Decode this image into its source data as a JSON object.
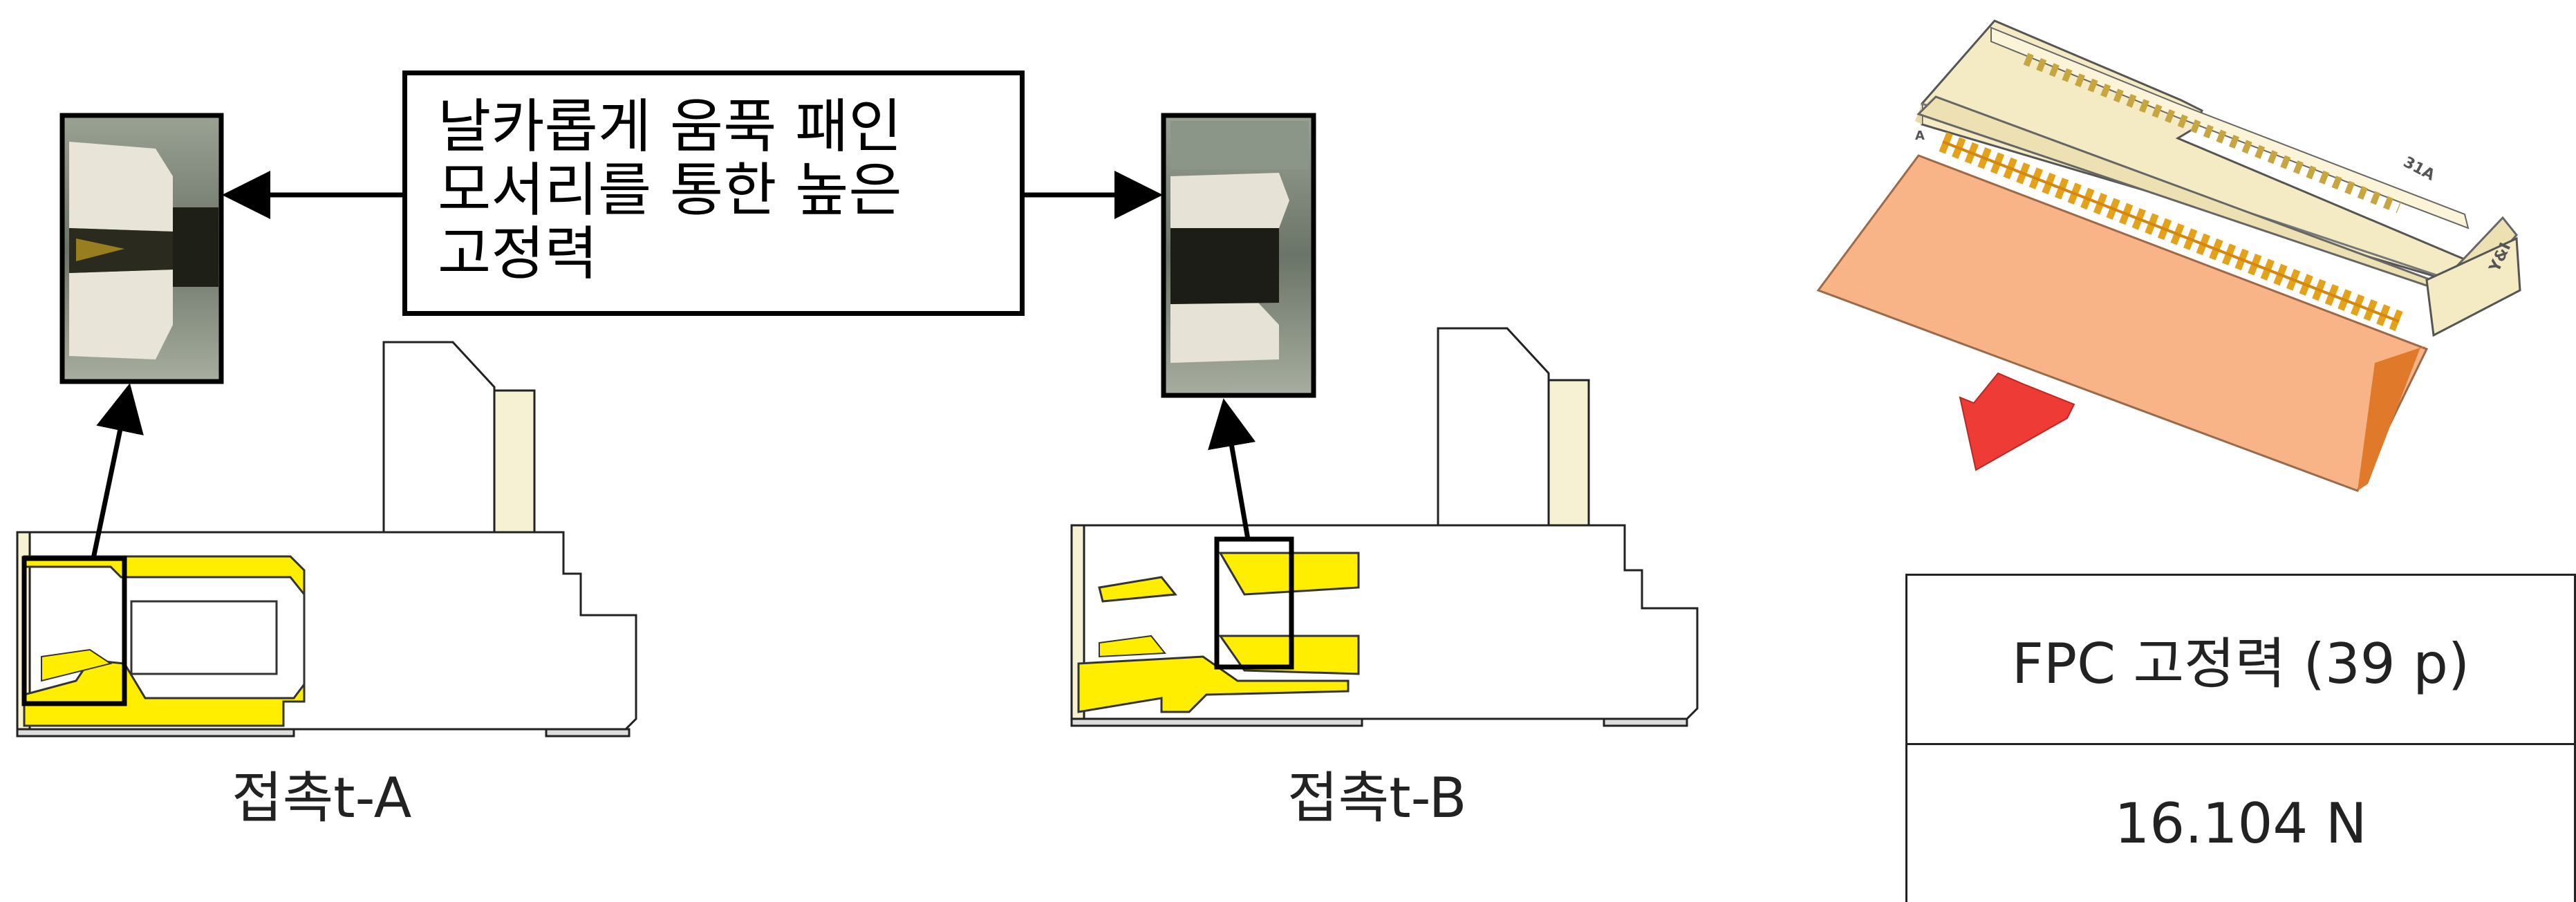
{
  "callout": {
    "lines": [
      "날카롭게 움푹 패인",
      "모서리를 통한 높은",
      "고정력"
    ]
  },
  "captions": {
    "left": "접촉t-A",
    "right": "접촉t-B"
  },
  "connector_labels": {
    "pin_count_mark": "31A",
    "end_mark": "Y&I",
    "start_mark": "A"
  },
  "table": {
    "header": "FPC 고정력 (39 p)",
    "value": "16.104 N"
  },
  "colors": {
    "contact_yellow": "#ffee00",
    "housing_cream": "#f7f1d4",
    "fpc_peach": "#f8b487",
    "pull_arrow_red": "#ef3b36"
  }
}
